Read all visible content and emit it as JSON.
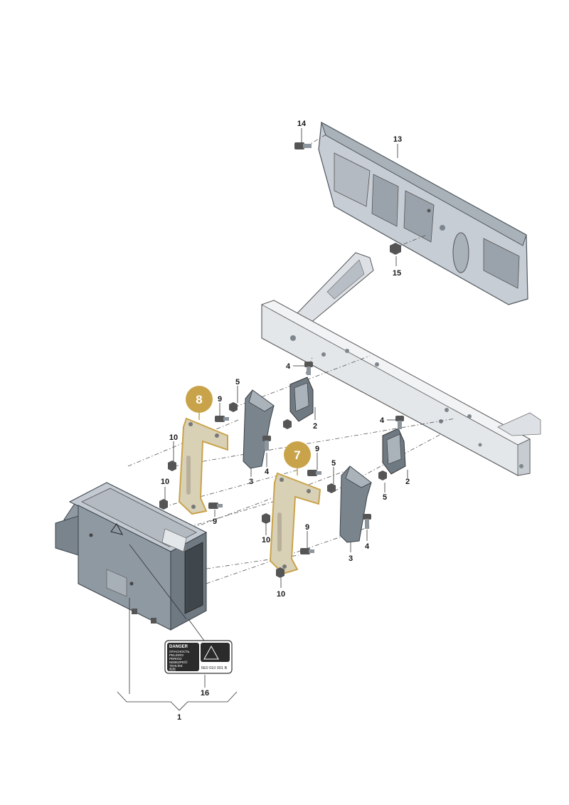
{
  "labels": {
    "l1": "1",
    "l2a": "2",
    "l2b": "2",
    "l3a": "3",
    "l3b": "3",
    "l4a": "4",
    "l4b": "4",
    "l4c": "4",
    "l4d": "4",
    "l5a": "5",
    "l5b": "5",
    "l5c": "5",
    "l9a": "9",
    "l9b": "9",
    "l9c": "9",
    "l9d": "9",
    "l10a": "10",
    "l10b": "10",
    "l10c": "10",
    "l10d": "10",
    "l13": "13",
    "l14": "14",
    "l15": "15",
    "l16": "16"
  },
  "callouts": {
    "c7": "7",
    "c8": "8",
    "color": "#c9a34a"
  },
  "warning_label": {
    "heading": "DANGER",
    "lines": [
      "ОПАСНОСТЬ",
      "PELIGRO",
      "PERIGO",
      "NEBEZPEČÍ",
      "TEHLİKE",
      "危险"
    ],
    "part_number": "5E0 010 001 B"
  },
  "colors": {
    "part_fill": "#c7cdd4",
    "part_dark": "#6f7982",
    "bracket": "#c9a34a",
    "line": "#333333"
  }
}
